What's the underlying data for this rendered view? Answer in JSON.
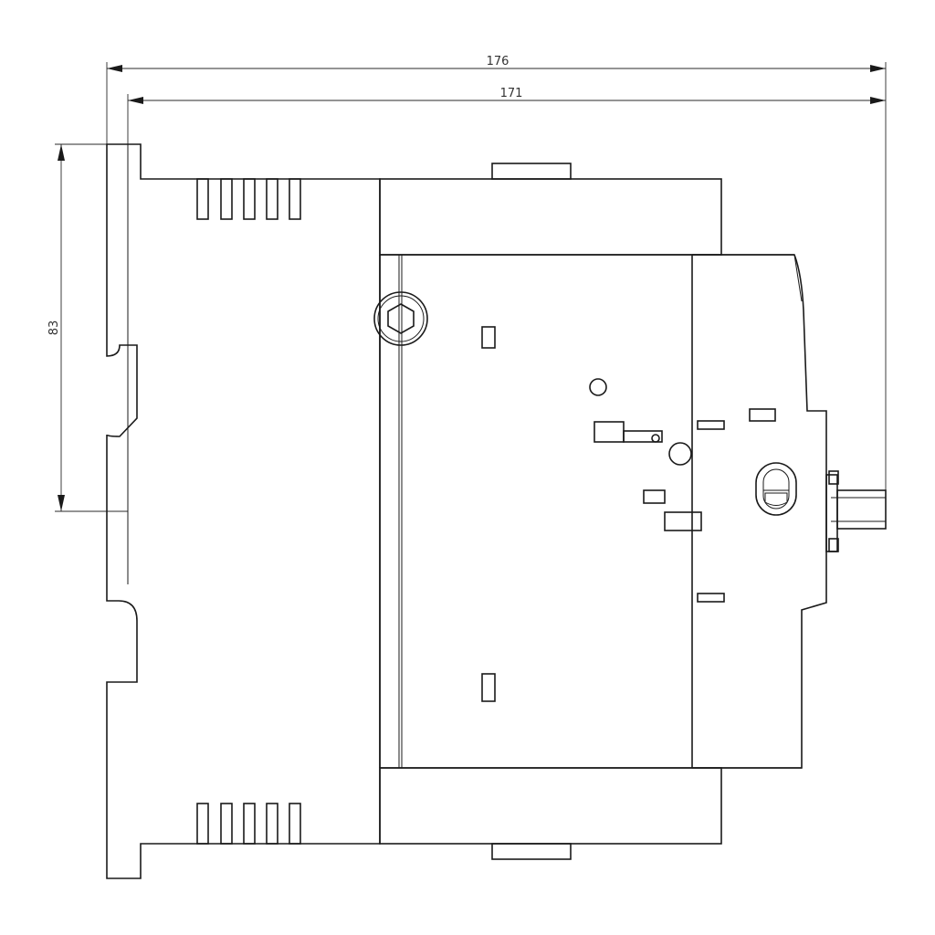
{
  "dimensions": {
    "overall_depth": "176",
    "depth_to_rail": "171",
    "height_rail_span": "83"
  },
  "colors": {
    "line": "#1a1a1a",
    "dimension_line": "#2a2a2a",
    "dimension_text": "#333333",
    "background": "#ffffff"
  }
}
